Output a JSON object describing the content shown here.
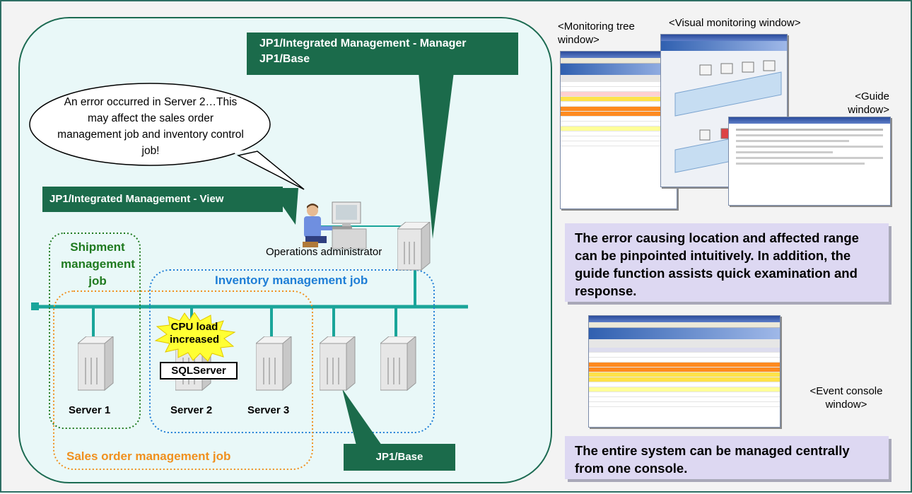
{
  "speech": "An error occurred in Server 2…This may affect the sales order management job and inventory control job!",
  "callouts": {
    "manager_line1": "JP1/Integrated Management - Manager",
    "manager_line2": "JP1/Base",
    "view": "JP1/Integrated Management - View",
    "base": "JP1/Base"
  },
  "admin_label": "Operations administrator",
  "groups": {
    "shipment": "Shipment management job",
    "inventory": "Inventory management job",
    "sales": "Sales order management job"
  },
  "burst": "CPU load increased",
  "sqlserver": "SQLServer",
  "servers": [
    "Server 1",
    "Server 2",
    "Server 3"
  ],
  "windows": {
    "monitoring_tree": "<Monitoring tree window>",
    "visual_monitoring": "<Visual monitoring window>",
    "guide": "<Guide window>",
    "event_console": "<Event console window>"
  },
  "notes": {
    "note1": "The error causing location and affected range can be pinpointed intuitively. In addition, the guide function assists quick examination and response.",
    "note2": "The entire system can be managed centrally from one console."
  },
  "colors": {
    "frame_border": "#2e6f64",
    "network_bg": "#e9f8f8",
    "callout": "#1b6b4b",
    "lan": "#1aa59a",
    "shipment": "#1f7a1f",
    "inventory": "#1e7ed6",
    "sales": "#f0901e",
    "burst": "#ffff33",
    "note_bg": "#ddd8f2"
  }
}
